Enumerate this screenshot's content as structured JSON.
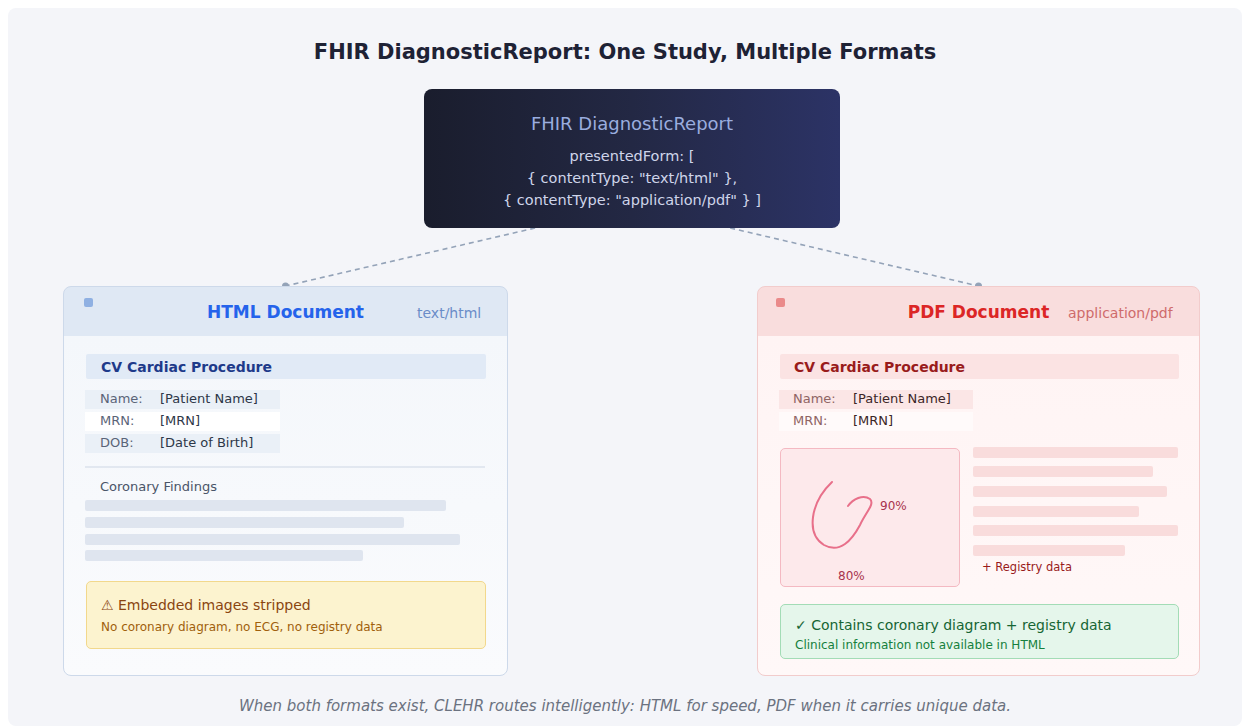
{
  "diagram": {
    "title": "FHIR DiagnosticReport: One Study, Multiple Formats",
    "caption": "When both formats exist, CLEHR routes intelligently: HTML for speed, PDF when it carries unique data.",
    "nodes": [
      {
        "text": [
          "FHIR DiagnosticReport",
          "presentedForm: [",
          "{ contentType: \"text/html\" },",
          "{ contentType: \"application/pdf\" } ]"
        ]
      },
      {
        "text": [
          "HTML Document",
          "text/html"
        ]
      },
      {
        "text": [
          "CV Cardiac Procedure"
        ],
        "in": 1
      },
      {
        "text": [
          "⚠ Embedded images stripped",
          "No coronary diagram, no ECG, no registry data"
        ],
        "in": 1
      },
      {
        "text": [
          "PDF Document",
          "application/pdf"
        ]
      },
      {
        "text": [
          "CV Cardiac Procedure"
        ],
        "in": 4
      },
      {
        "text": [
          "90%",
          "80%"
        ],
        "in": 4
      },
      {
        "text": [
          "✓ Contains coronary diagram + registry data",
          "Clinical information not available in HTML"
        ],
        "in": 4
      }
    ],
    "edges": [
      {
        "from": 0,
        "to": 1,
        "arrow": "none"
      },
      {
        "from": 0,
        "to": 4,
        "arrow": "none"
      }
    ],
    "labels": [
      "Name:",
      "[Patient Name]",
      "MRN:",
      "[MRN]",
      "DOB:",
      "[Date of Birth]",
      "Coronary Findings",
      "Name:",
      "[Patient Name]",
      "MRN:",
      "[MRN]",
      "+ Registry data"
    ]
  }
}
